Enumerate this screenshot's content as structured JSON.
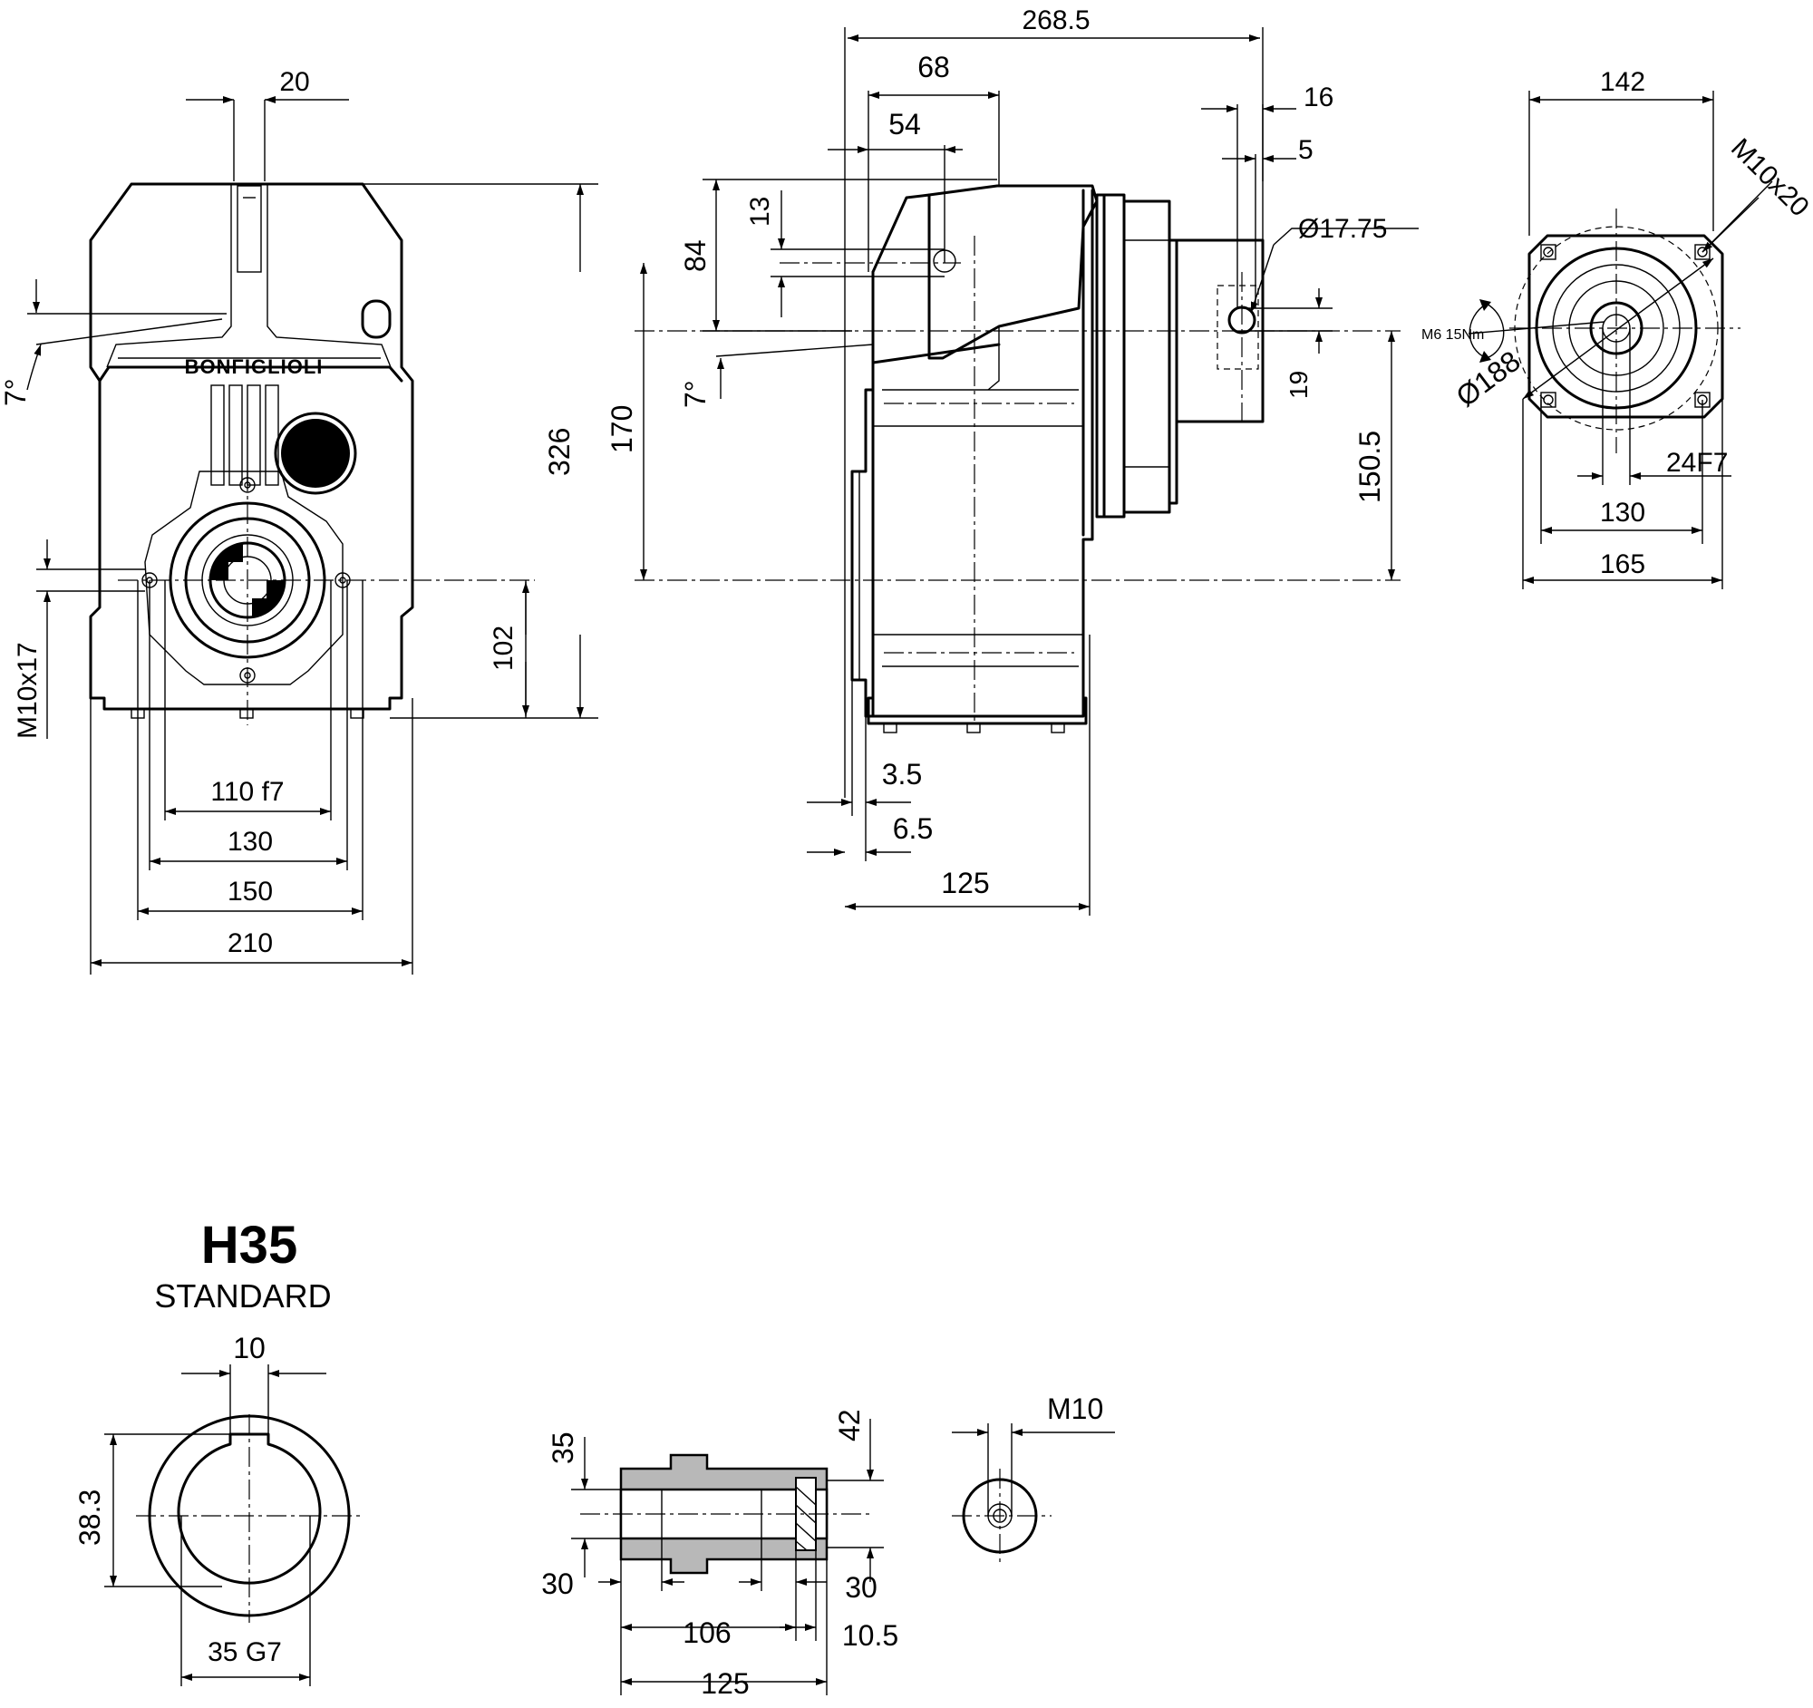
{
  "brand": "BONFIGLIOLI",
  "model": {
    "name": "H35",
    "variant": "STANDARD"
  },
  "front_view": {
    "top_width": "20",
    "angle": "7°",
    "total_height": "326",
    "thread": "M10x17",
    "axis_height": "102",
    "pilot": "110 f7",
    "bolt_spacing": "130",
    "flange_width": "150",
    "total_width": "210"
  },
  "side_view": {
    "length_total": "268.5",
    "dim_68": "68",
    "dim_54": "54",
    "dim_16": "16",
    "dim_5": "5",
    "dim_13": "13",
    "dim_84": "84",
    "dim_170": "170",
    "angle": "7°",
    "bore": "Ø17.75",
    "dim_19": "19",
    "dim_150_5": "150.5",
    "dim_3_5": "3.5",
    "dim_6_5": "6.5",
    "dim_125": "125"
  },
  "flange_view": {
    "dim_142": "142",
    "thread": "M10x20",
    "torque": "M6 15Nm",
    "pcd": "Ø188",
    "bore": "24F7",
    "dim_130": "130",
    "dim_165": "165"
  },
  "shaft_section": {
    "key_width": "10",
    "key_height": "38.3",
    "bore": "35 G7"
  },
  "hollow_shaft": {
    "dim_35": "35",
    "dim_42": "42",
    "dim_30_left": "30",
    "dim_30_right": "30",
    "dim_106": "106",
    "dim_10_5": "10.5",
    "dim_125": "125"
  },
  "end_cap": {
    "thread": "M10"
  },
  "icons": [
    "rotation-arrow-icon"
  ]
}
